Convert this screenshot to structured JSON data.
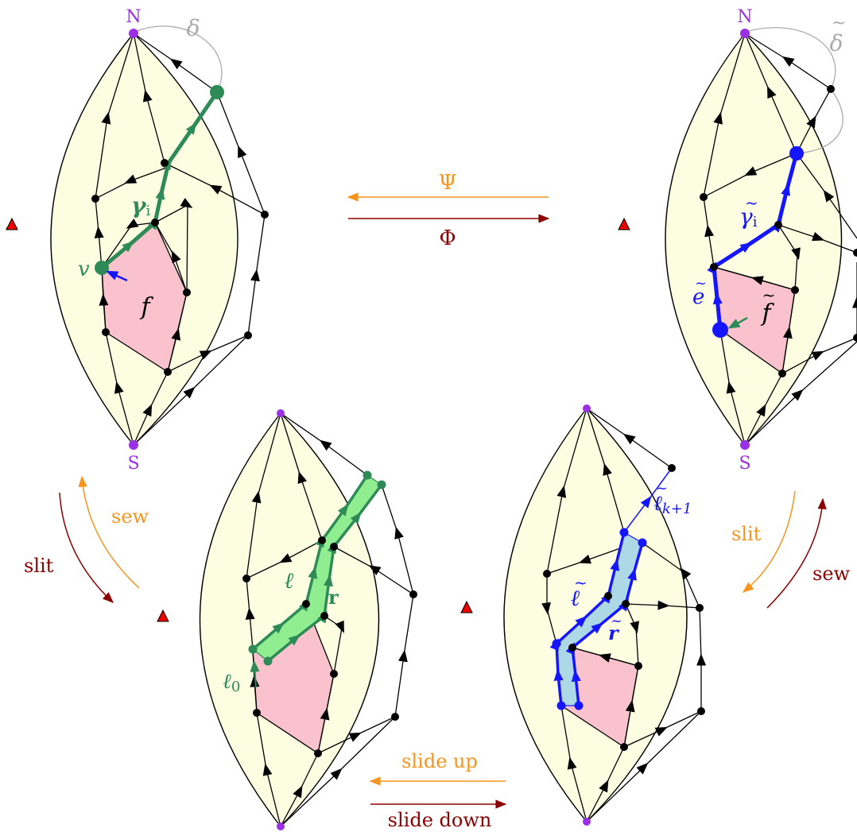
{
  "colors": {
    "map_fill": "#fdfde2",
    "face_fill": "#f9c2cd",
    "pole": "#9b30e8",
    "green_path": "#2e8b57",
    "blue_path": "#1515ff",
    "slit_band": "#90ee90",
    "blue_band": "#add8e6",
    "psi_orange": "#f7941d",
    "phi_darkred": "#8b0000",
    "root_marker": "#ee0000",
    "grey_loop": "#aaaaaa"
  },
  "panels": {
    "top_left": {
      "north": "N",
      "south": "S",
      "loop": "δ",
      "path": "γ",
      "path_sub": "i",
      "vertex": "v",
      "face": "f"
    },
    "top_right": {
      "north": "N",
      "south": "S",
      "loop": "δ",
      "path": "γ",
      "path_sub": "i",
      "edge": "e",
      "face": "f"
    },
    "bottom_left": {
      "left_path": "ℓ",
      "right_path": "r",
      "start": "ℓ",
      "start_sub": "0"
    },
    "bottom_right": {
      "left_path": "ℓ",
      "right_path": "r",
      "top": "ℓ",
      "top_sub": "k+1"
    }
  },
  "arrows": {
    "psi": "Ψ",
    "phi": "Φ",
    "left_sew": "sew",
    "left_slit": "slit",
    "right_slit": "slit",
    "right_sew": "sew",
    "slide_up": "slide up",
    "slide_down": "slide down"
  }
}
